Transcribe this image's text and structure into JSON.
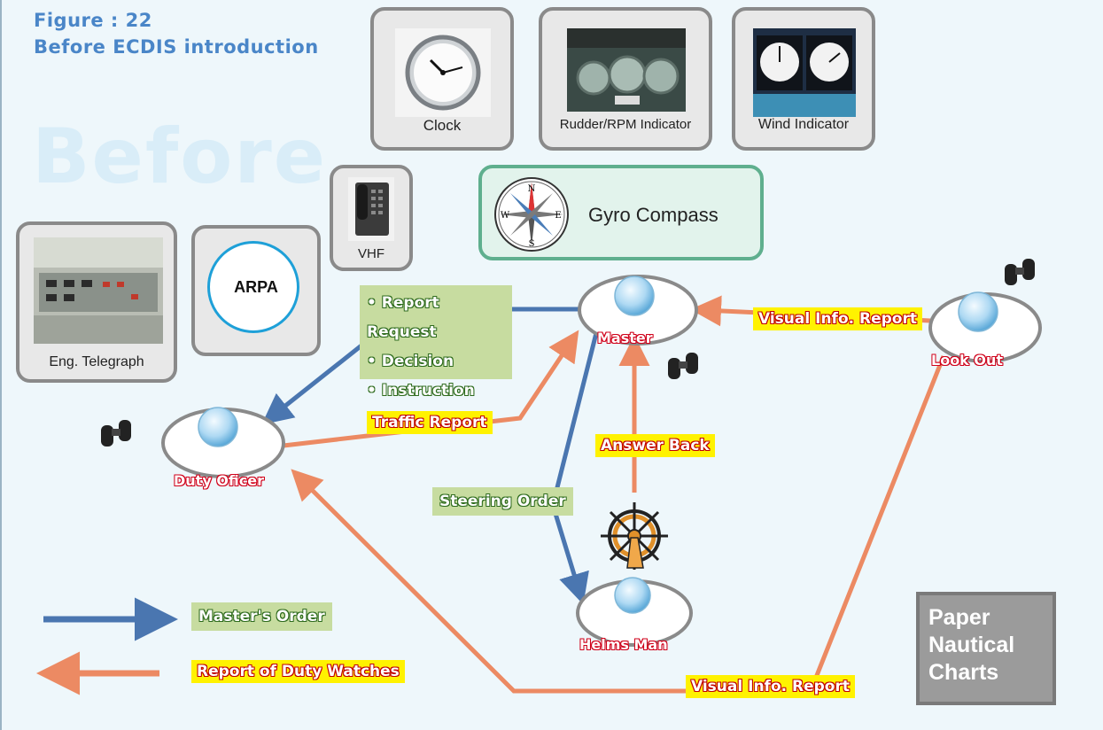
{
  "figure": {
    "number": "Figure : 22",
    "title": "Before ECDIS introduction",
    "watermark": "Before"
  },
  "devices": {
    "clock": "Clock",
    "rudder_rpm": "Rudder/RPM Indicator",
    "wind": "Wind Indicator",
    "vhf": "VHF",
    "gyro": "Gyro Compass",
    "arpa": "ARPA",
    "eng_telegraph": "Eng. Telegraph"
  },
  "people": {
    "master": "Master",
    "look_out": "Look Out",
    "duty_officer": "Duty Oficer",
    "helms_man": "Helms Man"
  },
  "flows": {
    "order_items": [
      "• Report Request",
      "• Decision",
      "• Instruction"
    ],
    "visual_info_report": "Visual Info. Report",
    "traffic_report": "Traffic Report",
    "answer_back": "Answer Back",
    "steering_order": "Steering Order"
  },
  "legend": {
    "masters_order": "Master's Order",
    "report_of_duty_watches": "Report of Duty Watches"
  },
  "paper_charts": "Paper Nautical Charts",
  "colors": {
    "order_arrow": "#4a76b0",
    "report_arrow": "#ec8a63",
    "label_green": "#c7dca0",
    "label_yellow": "#fff200",
    "title_blue": "#4a86c8",
    "name_red": "#d0021b"
  }
}
